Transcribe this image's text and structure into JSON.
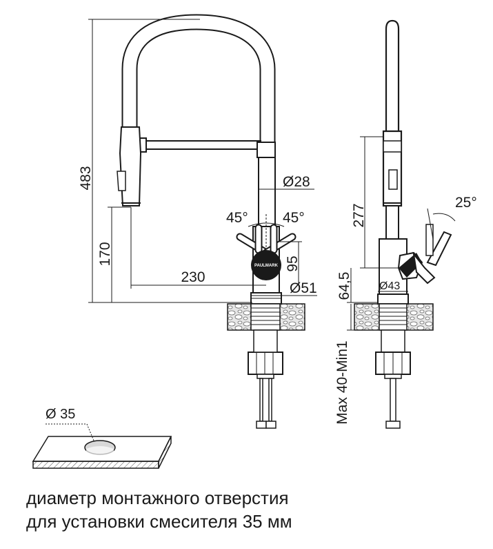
{
  "dimensions": {
    "height_total": "483",
    "height_spout": "170",
    "reach": "230",
    "tube_diameter": "Ø28",
    "handle_angle_left": "45°",
    "handle_angle_right": "45°",
    "base_height": "95",
    "base_diameter": "Ø51",
    "side_height": "277",
    "side_angle": "25°",
    "side_base_height": "64,5",
    "side_base_diameter": "Ø43",
    "counter_thickness": "Max 40-Min1",
    "hole_diameter": "Ø 35"
  },
  "brand": "PAULMARK",
  "caption": {
    "line1": "диаметр монтажного отверстия",
    "line2": "для установки смесителя 35 мм"
  }
}
